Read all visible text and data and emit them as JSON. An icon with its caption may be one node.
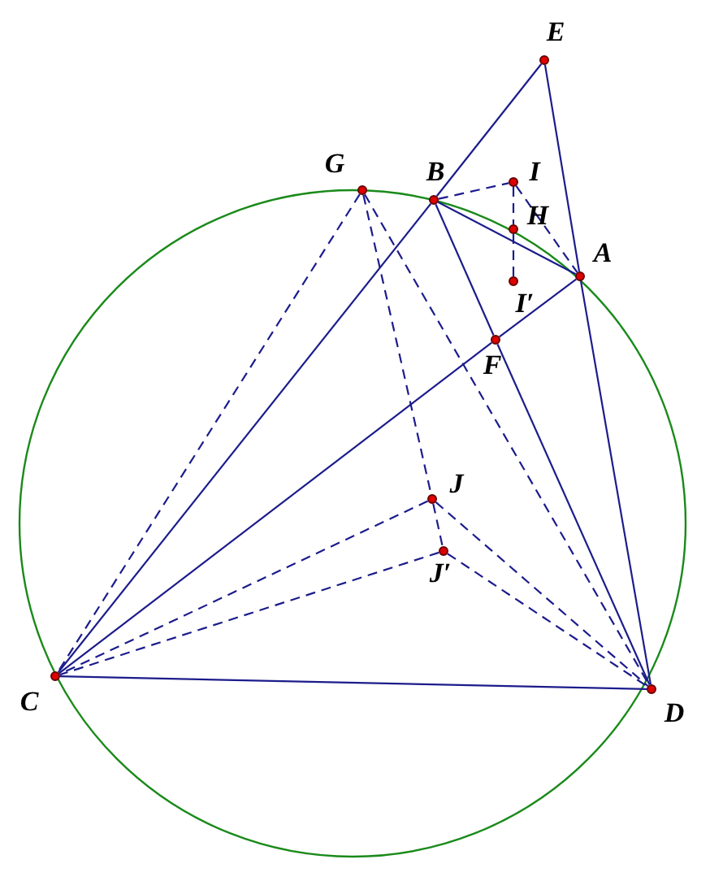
{
  "diagram": {
    "nodes": [
      {
        "text": [
          "E"
        ]
      },
      {
        "text": [
          "G"
        ]
      },
      {
        "text": [
          "B"
        ]
      },
      {
        "text": [
          "I"
        ]
      },
      {
        "text": [
          "H"
        ]
      },
      {
        "text": [
          "A"
        ]
      },
      {
        "text": [
          "I′"
        ]
      },
      {
        "text": [
          "F"
        ]
      },
      {
        "text": [
          "J"
        ]
      },
      {
        "text": [
          "J′"
        ]
      },
      {
        "text": [
          "C"
        ]
      },
      {
        "text": [
          "D"
        ]
      }
    ],
    "edges": [
      {
        "from": 10,
        "to": 2,
        "arrow": "none"
      },
      {
        "from": 2,
        "to": 0,
        "arrow": "none"
      },
      {
        "from": 0,
        "to": 5,
        "arrow": "none"
      },
      {
        "from": 5,
        "to": 11,
        "arrow": "none"
      },
      {
        "from": 10,
        "to": 7,
        "arrow": "none"
      },
      {
        "from": 7,
        "to": 5,
        "arrow": "none"
      },
      {
        "from": 2,
        "to": 7,
        "arrow": "none"
      },
      {
        "from": 7,
        "to": 11,
        "arrow": "none"
      },
      {
        "from": 2,
        "to": 5,
        "arrow": "none"
      },
      {
        "from": 10,
        "to": 11,
        "arrow": "none"
      },
      {
        "from": 2,
        "to": 3,
        "arrow": "none",
        "style": "dashed"
      },
      {
        "from": 3,
        "to": 5,
        "arrow": "none",
        "style": "dashed"
      },
      {
        "from": 3,
        "to": 4,
        "arrow": "none",
        "style": "dashed"
      },
      {
        "from": 4,
        "to": 6,
        "arrow": "none",
        "style": "dashed"
      },
      {
        "from": 1,
        "to": 10,
        "arrow": "none",
        "style": "dashed"
      },
      {
        "from": 1,
        "to": 11,
        "arrow": "none",
        "style": "dashed"
      },
      {
        "from": 1,
        "to": 8,
        "arrow": "none",
        "style": "dashed"
      },
      {
        "from": 8,
        "to": 9,
        "arrow": "none",
        "style": "dashed"
      },
      {
        "from": 8,
        "to": 10,
        "arrow": "none",
        "style": "dashed"
      },
      {
        "from": 8,
        "to": 11,
        "arrow": "none",
        "style": "dashed"
      },
      {
        "from": 9,
        "to": 10,
        "arrow": "none",
        "style": "dashed"
      },
      {
        "from": 9,
        "to": 11,
        "arrow": "none",
        "style": "dashed"
      }
    ]
  }
}
